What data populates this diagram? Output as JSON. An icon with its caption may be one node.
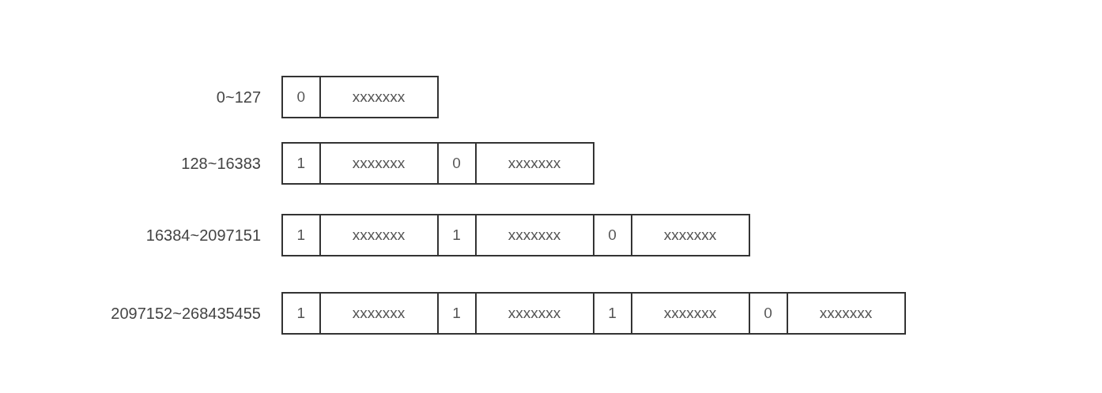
{
  "diagram": {
    "nodes": [
      {
        "text": [
          "0~127"
        ]
      },
      {
        "text": [
          "0"
        ],
        "in": 0
      },
      {
        "text": [
          "xxxxxxx"
        ],
        "in": 0
      },
      {
        "text": [
          "128~16383"
        ]
      },
      {
        "text": [
          "1"
        ],
        "in": 3
      },
      {
        "text": [
          "xxxxxxx"
        ],
        "in": 3
      },
      {
        "text": [
          "0"
        ],
        "in": 3
      },
      {
        "text": [
          "xxxxxxx"
        ],
        "in": 3
      },
      {
        "text": [
          "16384~2097151"
        ]
      },
      {
        "text": [
          "1"
        ],
        "in": 8
      },
      {
        "text": [
          "xxxxxxx"
        ],
        "in": 8
      },
      {
        "text": [
          "1"
        ],
        "in": 8
      },
      {
        "text": [
          "xxxxxxx"
        ],
        "in": 8
      },
      {
        "text": [
          "0"
        ],
        "in": 8
      },
      {
        "text": [
          "xxxxxxx"
        ],
        "in": 8
      },
      {
        "text": [
          "2097152~268435455"
        ]
      },
      {
        "text": [
          "1"
        ],
        "in": 15
      },
      {
        "text": [
          "xxxxxxx"
        ],
        "in": 15
      },
      {
        "text": [
          "1"
        ],
        "in": 15
      },
      {
        "text": [
          "xxxxxxx"
        ],
        "in": 15
      },
      {
        "text": [
          "1"
        ],
        "in": 15
      },
      {
        "text": [
          "xxxxxxx"
        ],
        "in": 15
      },
      {
        "text": [
          "0"
        ],
        "in": 15
      },
      {
        "text": [
          "xxxxxxx"
        ],
        "in": 15
      }
    ]
  }
}
